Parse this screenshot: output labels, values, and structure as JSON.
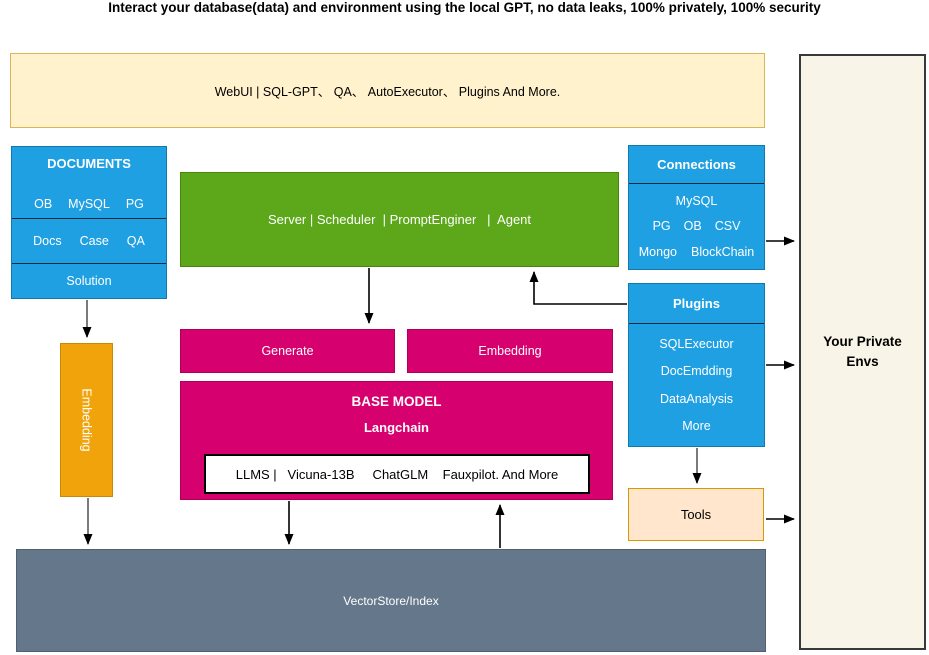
{
  "title": "Interact your database(data) and environment using the local GPT, no data leaks, 100% privately, 100% security",
  "webui": {
    "label": "WebUI | SQL-GPT、 QA、 AutoExecutor、 Plugins And More."
  },
  "documents": {
    "header": "DOCUMENTS",
    "row1": [
      "OB",
      "MySQL",
      "PG"
    ],
    "row2": [
      "Docs",
      "Case",
      "QA"
    ],
    "row3": "Solution"
  },
  "server": {
    "label": "Server | Scheduler  | PromptEnginer   |  Agent"
  },
  "connections": {
    "header": "Connections",
    "row1": "MySQL",
    "row2": [
      "PG",
      "OB",
      "CSV"
    ],
    "row3": [
      "Mongo",
      "BlockChain"
    ]
  },
  "plugins": {
    "header": "Plugins",
    "items": [
      "SQLExecutor",
      "DocEmdding",
      "DataAnalysis",
      "More"
    ]
  },
  "embedding_vertical": {
    "label": "Embedding"
  },
  "generate": {
    "label": "Generate"
  },
  "embedding_pink": {
    "label": "Embedding"
  },
  "base_model": {
    "title": "BASE MODEL",
    "subtitle": "Langchain",
    "models": "LLMS |   Vicuna-13B     ChatGLM    Fauxpilot. And More"
  },
  "tools": {
    "label": "Tools"
  },
  "vectorstore": {
    "label": "VectorStore/Index"
  },
  "private_envs": {
    "label": "Your Private Envs"
  },
  "colors": {
    "blue": "#1FA0E2",
    "green": "#5CA81A",
    "magenta": "#D6006E",
    "amber": "#F0A30A",
    "steel": "#65778A",
    "yellow_fill": "#FFF2CC",
    "yellow_border": "#D6B656",
    "peach_fill": "#FFE6CC",
    "peach_border": "#D79B00",
    "cream_fill": "#F8F4E7",
    "dark_border": "#36393D"
  }
}
